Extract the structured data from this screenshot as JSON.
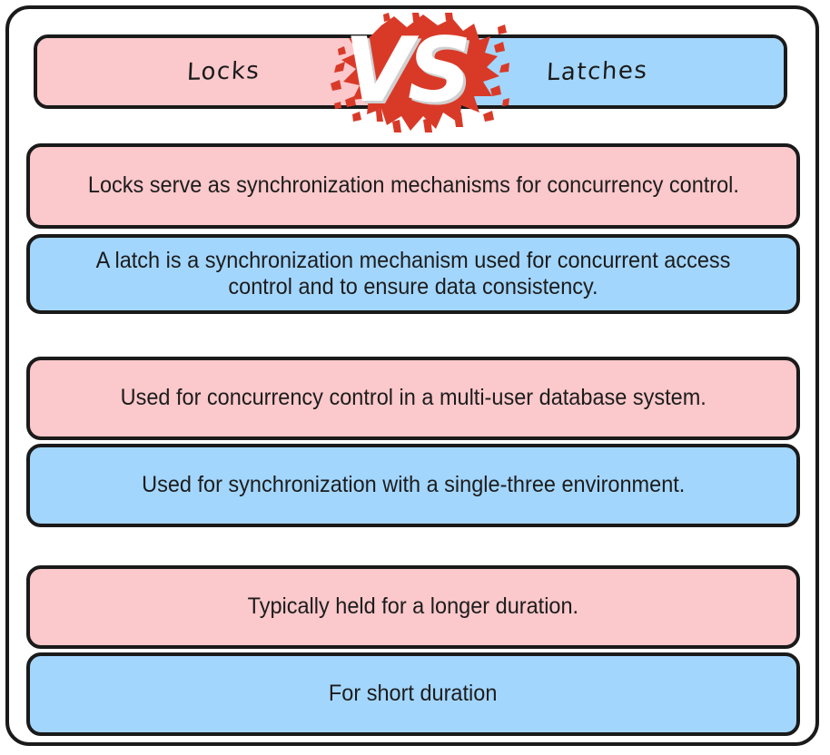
{
  "diagram": {
    "type": "versus-comparison",
    "colors": {
      "left_fill": "#fbc8cb",
      "right_fill": "#a3d6fd",
      "border": "#1a1a1a",
      "badge_red": "#d93a28",
      "badge_text": "#ffffff",
      "background": "#ffffff"
    },
    "header": {
      "left_label": "Locks",
      "right_label": "Latches",
      "badge_text": "VS",
      "badge_icon": "paint-splatter-versus-icon"
    },
    "rows": [
      {
        "left": "Locks serve as synchronization mechanisms for concurrency control.",
        "right": "A latch is a synchronization mechanism used for concurrent access control and to ensure data consistency."
      },
      {
        "left": "Used for concurrency control in a multi-user database system.",
        "right": "Used for synchronization with a single-three environment."
      },
      {
        "left": "Typically held for a longer duration.",
        "right": "For short duration"
      }
    ]
  }
}
